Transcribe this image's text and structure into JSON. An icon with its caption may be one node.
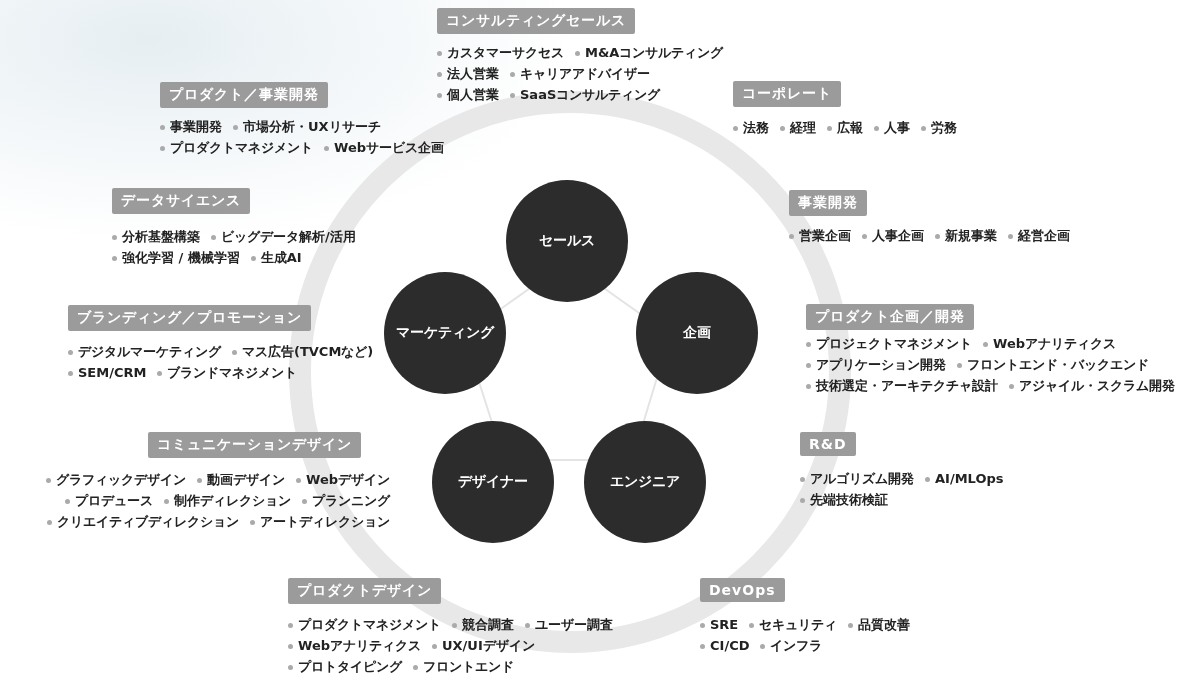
{
  "diagram": {
    "nodes": [
      {
        "text": [
          "コンサルティングセールス"
        ],
        "beside": [
          "カスタマーサクセス",
          "M&Aコンサルティング",
          "法人営業",
          "キャリアアドバイザー",
          "個人営業",
          "SaaSコンサルティング"
        ]
      },
      {
        "text": [
          "プロダクト／事業開発"
        ],
        "beside": [
          "事業開発",
          "市場分析・UXリサーチ",
          "プロダクトマネジメント",
          "Webサービス企画"
        ]
      },
      {
        "text": [
          "コーポレート"
        ],
        "beside": [
          "法務",
          "経理",
          "広報",
          "人事",
          "労務"
        ]
      },
      {
        "text": [
          "データサイエンス"
        ],
        "beside": [
          "分析基盤構築",
          "ビッグデータ解析/活用",
          "強化学習 / 機械学習",
          "生成AI"
        ]
      },
      {
        "text": [
          "事業開発"
        ],
        "beside": [
          "営業企画",
          "人事企画",
          "新規事業",
          "経営企画"
        ]
      },
      {
        "text": [
          "セールス"
        ]
      },
      {
        "text": [
          "ブランディング／プロモーション"
        ],
        "beside": [
          "デジタルマーケティング",
          "マス広告(TVCMなど)",
          "SEM/CRM",
          "ブランドマネジメント"
        ]
      },
      {
        "text": [
          "マーケティング"
        ]
      },
      {
        "text": [
          "企画"
        ]
      },
      {
        "text": [
          "プロダクト企画／開発"
        ],
        "beside": [
          "プロジェクトマネジメント",
          "Webアナリティクス",
          "アプリケーション開発",
          "フロントエンド・バックエンド",
          "技術選定・アーキテクチャ設計",
          "アジャイル・スクラム開発"
        ]
      },
      {
        "text": [
          "コミュニケーションデザイン"
        ],
        "beside": [
          "グラフィックデザイン",
          "動画デザイン",
          "Webデザイン",
          "プロデュース",
          "制作ディレクション",
          "プランニング",
          "クリエイティブディレクション",
          "アートディレクション"
        ]
      },
      {
        "text": [
          "R&D"
        ],
        "beside": [
          "アルゴリズム開発",
          "AI/MLOps",
          "先端技術検証"
        ]
      },
      {
        "text": [
          "デザイナー"
        ]
      },
      {
        "text": [
          "エンジニア"
        ]
      },
      {
        "text": [
          "プロダクトデザイン"
        ],
        "beside": [
          "プロダクトマネジメント",
          "競合調査",
          "ユーザー調査",
          "Webアナリティクス",
          "UX/UIデザイン",
          "プロトタイピング",
          "フロントエンド"
        ]
      },
      {
        "text": [
          "DevOps"
        ],
        "beside": [
          "SRE",
          "セキュリティ",
          "品質改善",
          "CI/CD",
          "インフラ"
        ]
      }
    ],
    "edges": []
  }
}
